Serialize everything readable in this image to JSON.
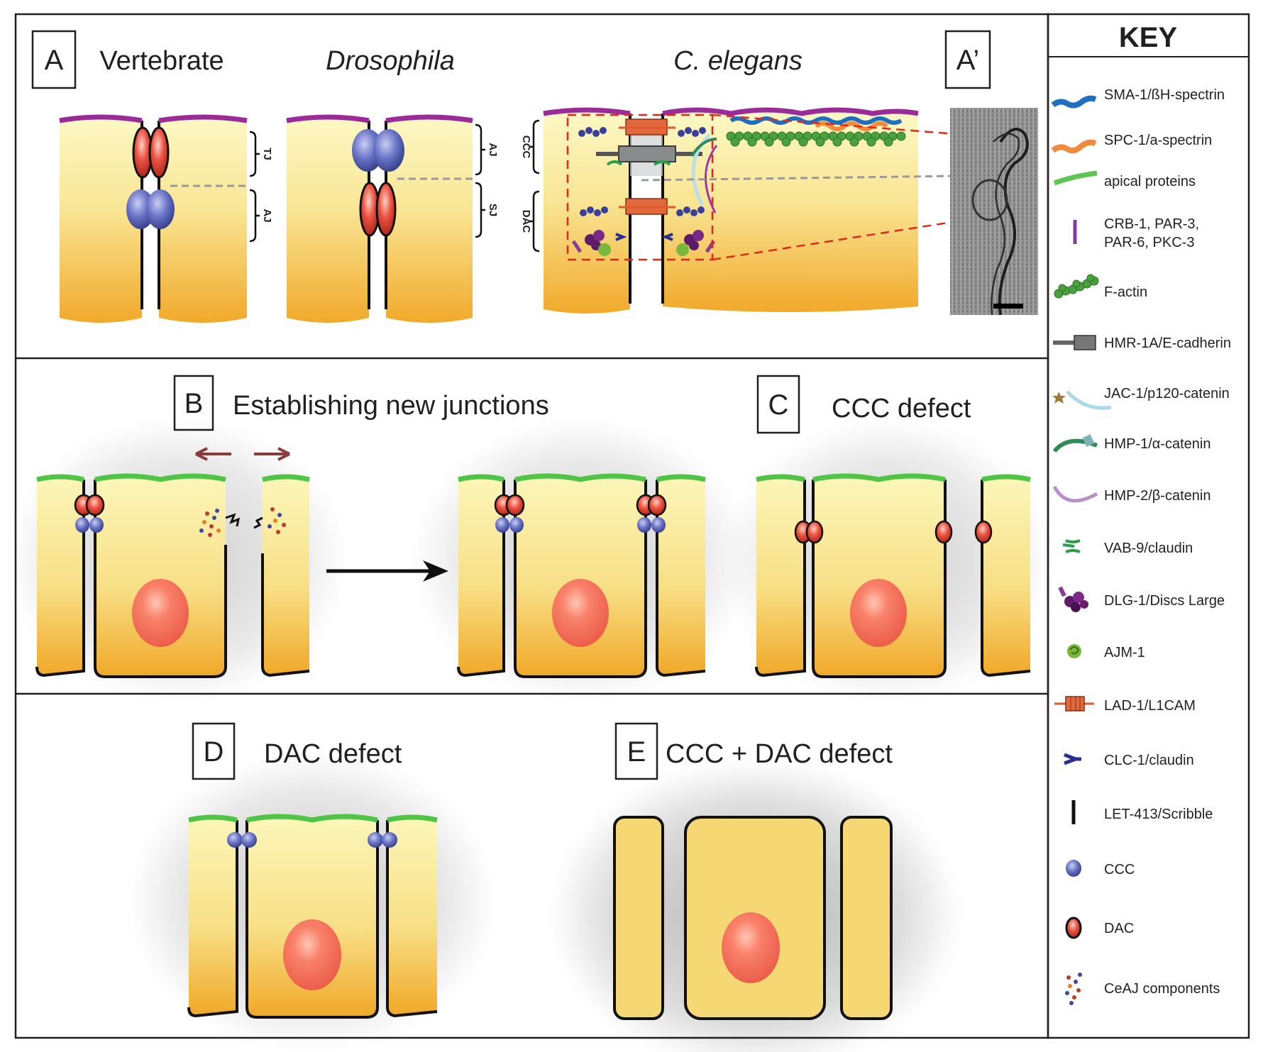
{
  "panels": {
    "A": {
      "letter": "A",
      "titles": [
        "Vertebrate",
        "Drosophila",
        "C. elegans"
      ],
      "vertebrate_brackets": [
        "TJ",
        "AJ"
      ],
      "drosophila_brackets": [
        "AJ",
        "SJ"
      ],
      "celegans_brackets": [
        "CCC",
        "DAC"
      ]
    },
    "A_prime": {
      "letter": "A’"
    },
    "B": {
      "letter": "B",
      "title": "Establishing new junctions"
    },
    "C": {
      "letter": "C",
      "title": "CCC defect"
    },
    "D": {
      "letter": "D",
      "title": "DAC defect"
    },
    "E": {
      "letter": "E",
      "title": "CCC + DAC defect"
    }
  },
  "key": {
    "title": "KEY",
    "items": [
      {
        "label": "SMA-1/ßH-spectrin",
        "icon": "blue-spectrin-icon",
        "color": "#1f6fc1"
      },
      {
        "label": "SPC-1/a-spectrin",
        "icon": "orange-spectrin-icon",
        "color": "#f08a3c"
      },
      {
        "label": "apical proteins",
        "icon": "green-line-icon",
        "color": "#5ec454"
      },
      {
        "label": "CRB-1, PAR-3,",
        "label2": "PAR-6, PKC-3",
        "icon": "purple-bar-icon",
        "color": "#8a3a9c"
      },
      {
        "label": "F-actin",
        "icon": "factin-icon",
        "color": "#4aa23e"
      },
      {
        "label": "HMR-1A/E-cadherin",
        "icon": "cadherin-icon",
        "color": "#666666"
      },
      {
        "label": "JAC-1/p120-catenin",
        "icon": "p120-icon",
        "color": "#a8dbe6"
      },
      {
        "label": "HMP-1/α-catenin",
        "icon": "alpha-catenin-icon",
        "color": "#2e8b57"
      },
      {
        "label": "HMP-2/β-catenin",
        "icon": "beta-catenin-icon",
        "color": "#b98ec9"
      },
      {
        "label": "VAB-9/claudin",
        "icon": "vab9-icon",
        "color": "#2a9d4b"
      },
      {
        "label": "DLG-1/Discs Large",
        "icon": "dlg1-icon",
        "color": "#6a1b6e"
      },
      {
        "label": "AJM-1",
        "icon": "ajm1-icon",
        "color": "#78b83a"
      },
      {
        "label": "LAD-1/L1CAM",
        "icon": "lad1-icon",
        "color": "#e3582c"
      },
      {
        "label": "CLC-1/claudin",
        "icon": "clc1-icon",
        "color": "#2a2f8f"
      },
      {
        "label": "LET-413/Scribble",
        "icon": "black-bar-icon",
        "color": "#111111"
      },
      {
        "label": "CCC",
        "icon": "ccc-icon",
        "color": "#5a63b5"
      },
      {
        "label": "DAC",
        "icon": "dac-icon",
        "color": "#d73c3c"
      },
      {
        "label": "CeAJ components",
        "icon": "ceaj-dots-icon",
        "color": "#c0392b"
      }
    ]
  },
  "colors": {
    "cell_top": "#fbf7c2",
    "cell_bottom": "#f2ac2b",
    "apical_purple": "#9b2c97",
    "apical_green": "#4fc445",
    "ccc_blue": "#6670c4",
    "dac_red": "#e0463c",
    "nucleus": "#f26a55"
  }
}
